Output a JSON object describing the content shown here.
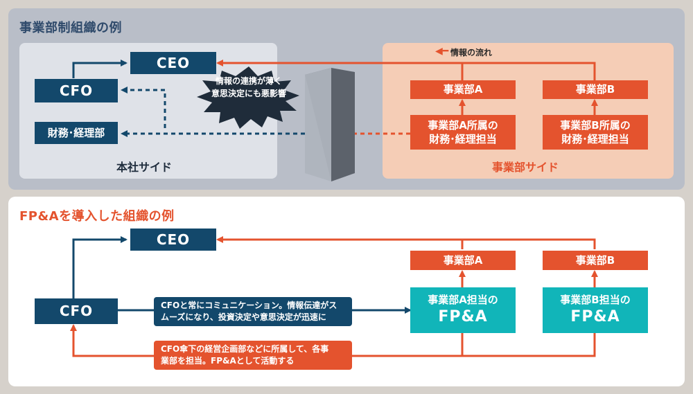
{
  "top": {
    "title": "事業部制組織の例",
    "hq_label": "本社サイド",
    "bu_label": "事業部サイド",
    "ceo": "CEO",
    "cfo": "CFO",
    "finance_dept": "財務･経理部",
    "bu_a": "事業部A",
    "bu_b": "事業部B",
    "bu_a_staff": "事業部A所属の\n財務･経理担当",
    "bu_b_staff": "事業部B所属の\n財務･経理担当",
    "flow_label": "情報の流れ",
    "burst_text": "情報の連携が薄く\n意思決定にも悪影響"
  },
  "bottom": {
    "title": "FP&Aを導入した組織の例",
    "ceo": "CEO",
    "cfo": "CFO",
    "bu_a": "事業部A",
    "bu_b": "事業部B",
    "fpa_a_line1": "事業部A担当の",
    "fpa_a_line2": "FP&A",
    "fpa_b_line1": "事業部B担当の",
    "fpa_b_line2": "FP&A",
    "note_navy": "CFOと常にコミュニケーション。情報伝達がス\nムーズになり、投資決定や意思決定が迅速に",
    "note_orange": "CFO傘下の経営企画部などに所属して、各事\n業部を担当。FP&Aとして活動する"
  },
  "colors": {
    "navy": "#13486b",
    "orange": "#e4532e",
    "teal": "#11b5b9",
    "title_navy": "#2f4a6b",
    "title_orange": "#e4532e"
  }
}
